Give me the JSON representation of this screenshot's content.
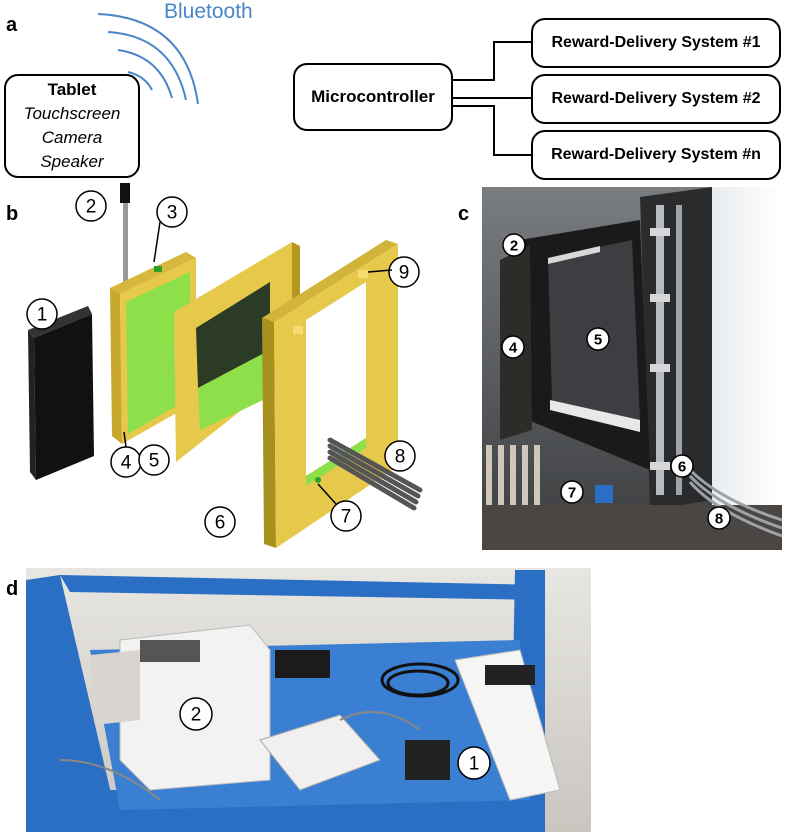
{
  "panels": {
    "a": "a",
    "b": "b",
    "c": "c",
    "d": "d"
  },
  "bluetooth_label": "Bluetooth",
  "tablet": {
    "title": "Tablet",
    "features": [
      "Touchscreen",
      "Camera",
      "Speaker"
    ]
  },
  "microcontroller": "Microcontroller",
  "reward_systems": [
    "Reward-Delivery System #1",
    "Reward-Delivery System #2",
    "Reward-Delivery System #n"
  ],
  "panel_b_callouts": [
    "1",
    "2",
    "3",
    "4",
    "5",
    "6",
    "7",
    "8",
    "9"
  ],
  "panel_c_callouts": [
    "2",
    "4",
    "5",
    "6",
    "7",
    "8"
  ],
  "panel_d_callouts": [
    "1",
    "2"
  ],
  "colors": {
    "bluetooth": "#4a86c8",
    "frame_yellow": "#e6c84a",
    "screen_green": "#8ee04a",
    "photo_blue": "#2b6fc4"
  }
}
